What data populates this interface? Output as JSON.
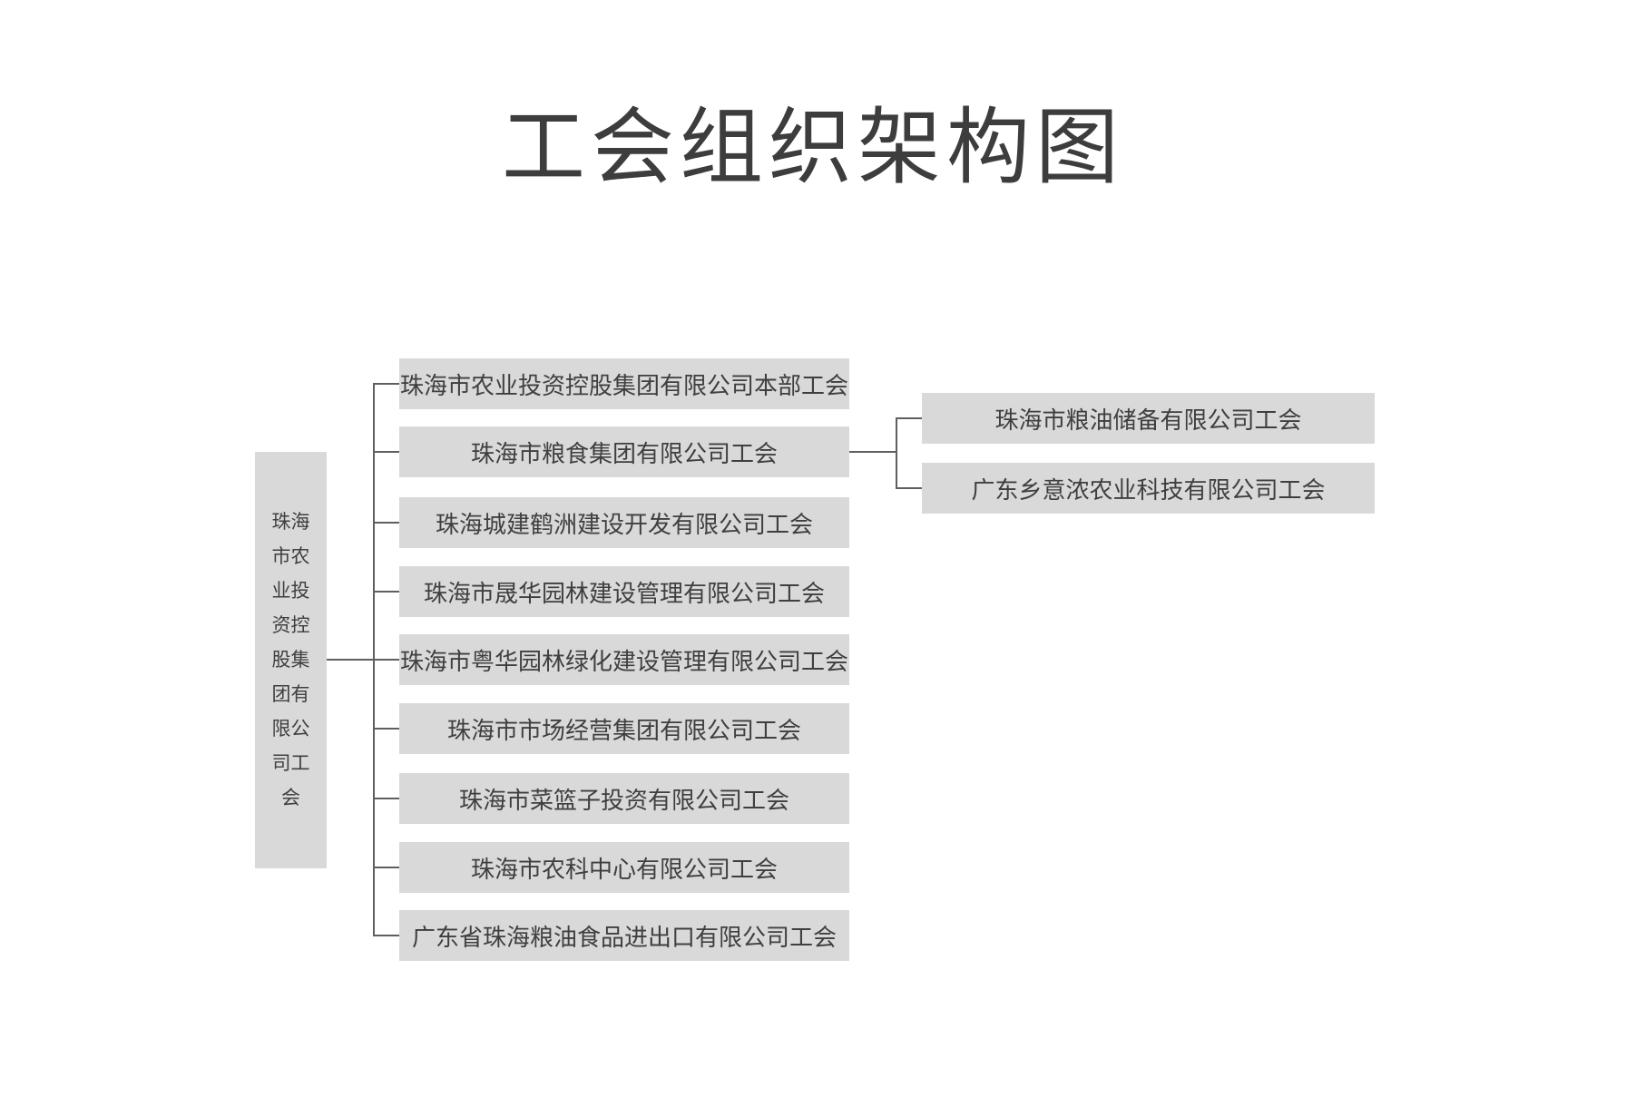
{
  "title": "工会组织架构图",
  "colors": {
    "background": "#ffffff",
    "node_fill": "#d9d9d9",
    "connector": "#5f5f5f",
    "text": "#3f3f3f"
  },
  "chart": {
    "type": "org-tree",
    "root": {
      "label": "珠海市农业投资控股集团有限公司工会"
    },
    "children": [
      {
        "label": "珠海市农业投资控股集团有限公司本部工会"
      },
      {
        "label": "珠海市粮食集团有限公司工会",
        "children": [
          {
            "label": "珠海市粮油储备有限公司工会"
          },
          {
            "label": "广东乡意浓农业科技有限公司工会"
          }
        ]
      },
      {
        "label": "珠海城建鹤洲建设开发有限公司工会"
      },
      {
        "label": "珠海市晟华园林建设管理有限公司工会"
      },
      {
        "label": "珠海市粤华园林绿化建设管理有限公司工会"
      },
      {
        "label": "珠海市市场经营集团有限公司工会"
      },
      {
        "label": "珠海市菜篮子投资有限公司工会"
      },
      {
        "label": "珠海市农科中心有限公司工会"
      },
      {
        "label": "广东省珠海粮油食品进出口有限公司工会"
      }
    ]
  }
}
